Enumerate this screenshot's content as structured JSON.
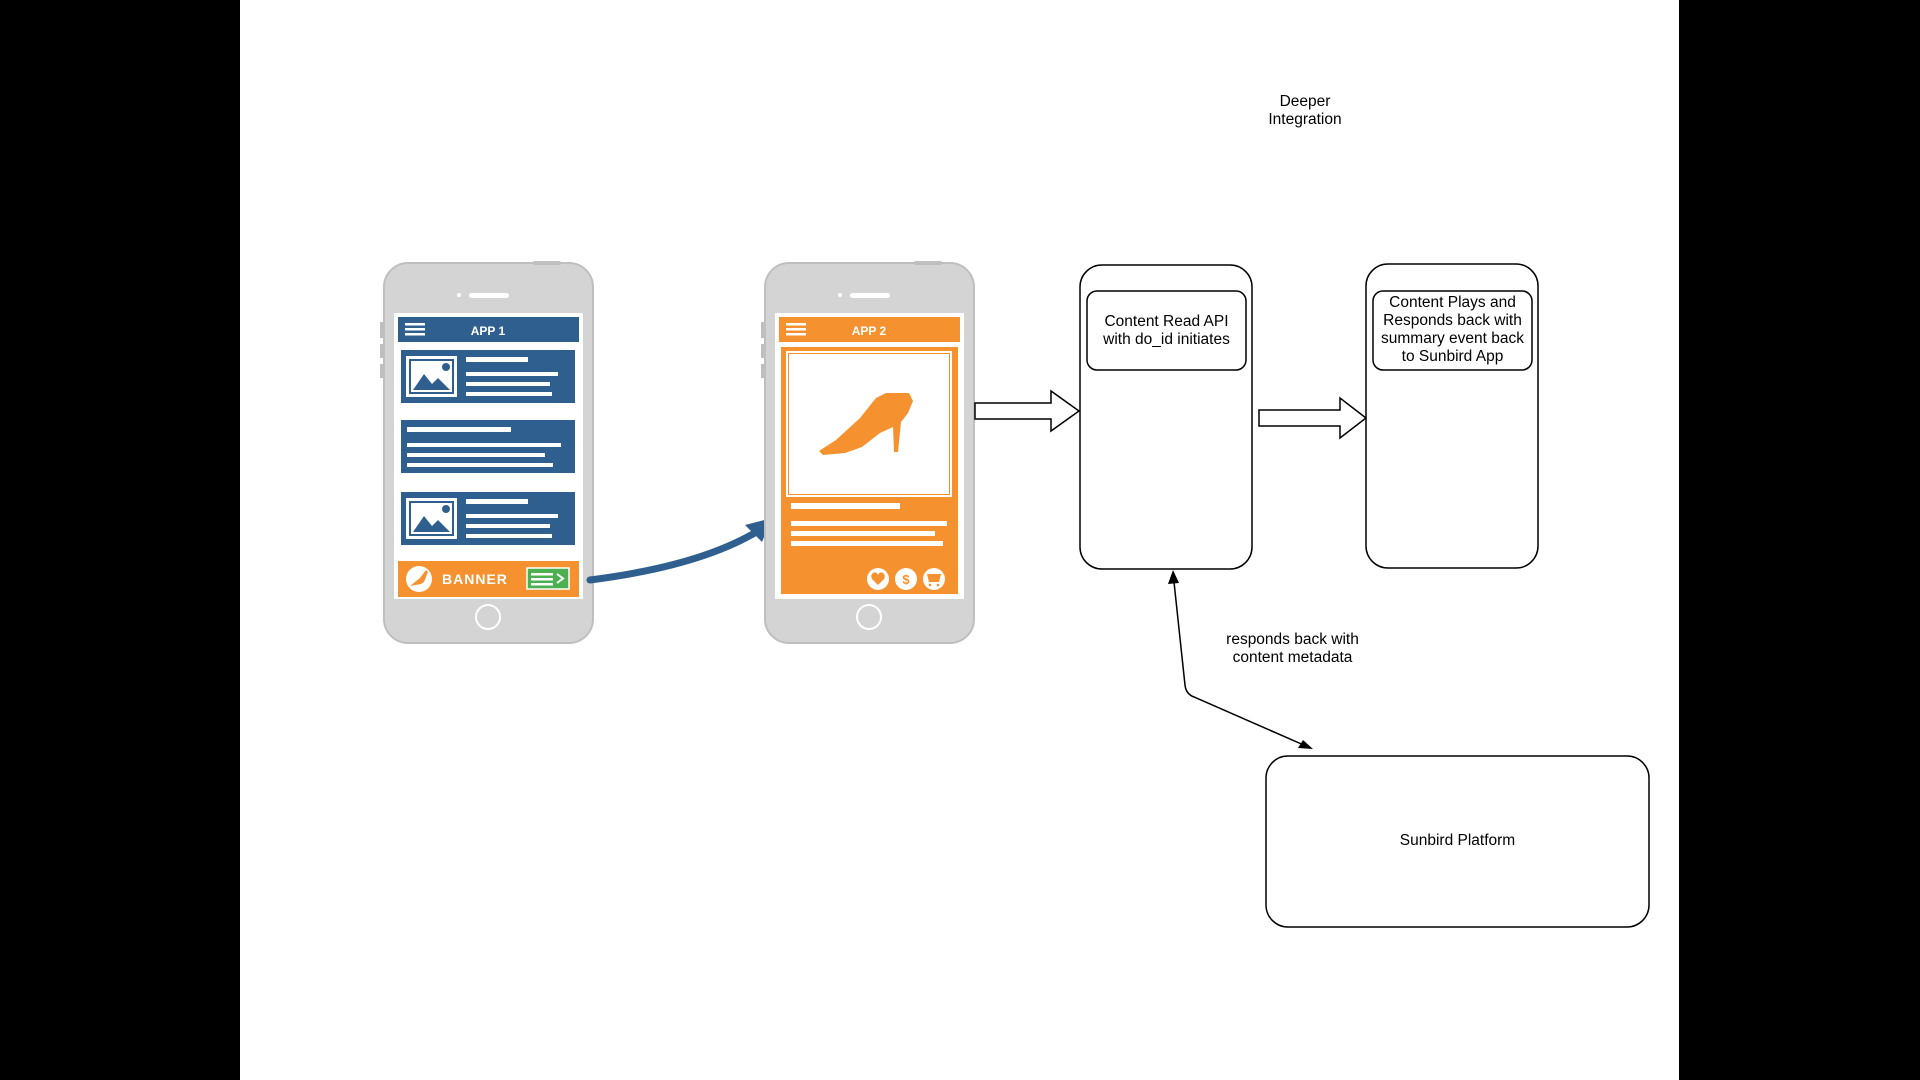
{
  "title": {
    "line1": "Deeper",
    "line2": "Integration"
  },
  "app1": {
    "header": "APP 1",
    "banner": "BANNER",
    "colors": {
      "primary": "#2f5f8f",
      "accent": "#f5922f",
      "cta": "#4caf50"
    }
  },
  "app2": {
    "header": "APP 2",
    "colors": {
      "primary": "#f5922f"
    },
    "icons": [
      "heart-icon",
      "dollar-icon",
      "cart-icon"
    ],
    "dollar_glyph": "$"
  },
  "content_read_box": {
    "line1": "Content Read API",
    "line2": "with do_id initiates"
  },
  "content_plays_box": {
    "line1": "Content Plays and",
    "line2": "Responds back with",
    "line3": "summary event back",
    "line4": "to Sunbird App"
  },
  "response_label": {
    "line1": "responds back with",
    "line2": "content metadata"
  },
  "platform": {
    "label": "Sunbird Platform"
  }
}
